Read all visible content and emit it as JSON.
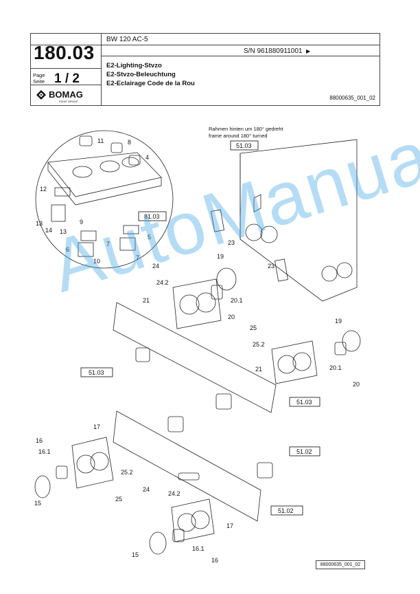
{
  "header": {
    "model": "BW 120 AC-5",
    "serial": "S/N 961880911001",
    "serial_arrow": "▶",
    "part_number": "180.03",
    "page_label_de": "Page",
    "page_label_en": "Seite",
    "page_number": "1 / 2",
    "brand": "BOMAG",
    "brand_sub": "FAYAT GROUP",
    "title_en": "E2-Lighting-Stvzo",
    "title_de": "E2-Stvzo-Beleuchtung",
    "title_fr": "E2-Eclairage Code de la Rou",
    "doc_ref": "88000635_001_02"
  },
  "diagram": {
    "note_line1": "Rahmen hinten um 180° gedreht",
    "note_line2": "frame around 180° turned",
    "ref_boxes": [
      "51.03",
      "81.03",
      "51.03",
      "51.03",
      "51.02",
      "51.02"
    ],
    "labels": {
      "l11": "11",
      "l8": "8",
      "l4": "4",
      "l12": "12",
      "l13a": "13",
      "l14": "14",
      "l13b": "13",
      "l9": "9",
      "l5": "5",
      "l7a": "7",
      "l6": "6",
      "l10": "10",
      "l7b": "7",
      "l23a": "23",
      "l23b": "23",
      "l19a": "19",
      "l24a": "24",
      "l242a": "24.2",
      "l21a": "21",
      "l201a": "20.1",
      "l20a": "20",
      "l25a": "25",
      "l252a": "25.2",
      "l19b": "19",
      "l21b": "21",
      "l201b": "20.1",
      "l20b": "20",
      "l17a": "17",
      "l16a": "16",
      "l161a": "16.1",
      "l252b": "25.2",
      "l15a": "15",
      "l25b": "25",
      "l24b": "24",
      "l242b": "24.2",
      "l17b": "17",
      "l15b": "15",
      "l161b": "16.1",
      "l16b": "16"
    },
    "footer_ref": "88000635_001_02"
  },
  "watermark": "AutoManual",
  "colors": {
    "watermark": "#3ea6e6",
    "line": "#222222"
  }
}
